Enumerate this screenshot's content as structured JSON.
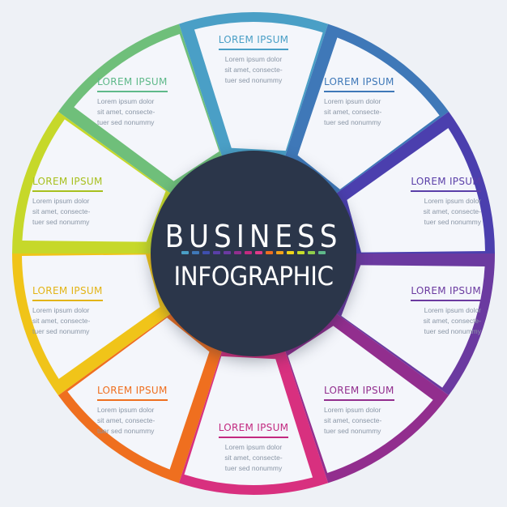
{
  "title_line1": "BUSINESS",
  "title_line2": "INFOGRAPHIC",
  "palette": [
    "#4a9fc6",
    "#3f78b8",
    "#3e4fae",
    "#5a3fa8",
    "#6b3aa0",
    "#922e8e",
    "#c22a80",
    "#e03a8a",
    "#ef6f1f",
    "#f3a21a",
    "#f0d319",
    "#c8dc2a",
    "#8fcd4b",
    "#5fb98a"
  ],
  "segments": [
    {
      "title": "LOREM IPSUM",
      "lines": [
        "Lorem ipsum dolor",
        "sit amet, consecte-",
        "tuer sed nonummy"
      ],
      "color": "#4a9fc6"
    },
    {
      "title": "LOREM IPSUM",
      "lines": [
        "Lorem ipsum dolor",
        "sit amet, consecte-",
        "tuer sed nonummy"
      ],
      "color": "#3f78b8"
    },
    {
      "title": "LOREM IPSUM",
      "lines": [
        "Lorem ipsum dolor",
        "sit amet, consecte-",
        "tuer sed nonummy"
      ],
      "color": "#5a3fa8"
    },
    {
      "title": "LOREM IPSUM",
      "lines": [
        "Lorem ipsum dolor",
        "sit amet, consecte-",
        "tuer sed nonummy"
      ],
      "color": "#6b3aa0"
    },
    {
      "title": "LOREM IPSUM",
      "lines": [
        "Lorem ipsum dolor",
        "sit amet, consecte-",
        "tuer sed nonummy"
      ],
      "color": "#922e8e"
    },
    {
      "title": "LOREM IPSUM",
      "lines": [
        "Lorem ipsum dolor",
        "sit amet, consecte-",
        "tuer sed nonummy"
      ],
      "color": "#c22a80"
    },
    {
      "title": "LOREM IPSUM",
      "lines": [
        "Lorem ipsum dolor",
        "sit amet, consecte-",
        "tuer sed nonummy"
      ],
      "color": "#ef6f1f"
    },
    {
      "title": "LOREM IPSUM",
      "lines": [
        "Lorem ipsum dolor",
        "sit amet, consecte-",
        "tuer sed nonummy"
      ],
      "color": "#e3b416"
    },
    {
      "title": "LOREM IPSUM",
      "lines": [
        "Lorem ipsum dolor",
        "sit amet, consecte-",
        "tuer sed nonummy"
      ],
      "color": "#a8c01e"
    },
    {
      "title": "LOREM IPSUM",
      "lines": [
        "Lorem ipsum dolor",
        "sit amet, consecte-",
        "tuer sed nonummy"
      ],
      "color": "#5fb98a"
    }
  ]
}
